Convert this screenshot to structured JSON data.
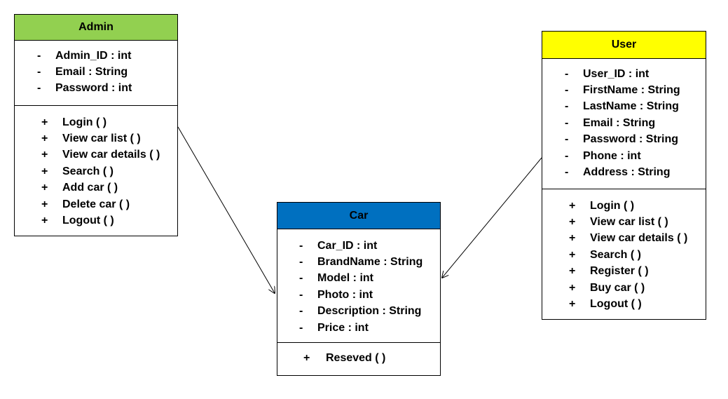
{
  "classes": {
    "admin": {
      "name": "Admin",
      "attributes": [
        {
          "sym": "-",
          "text": "Admin_ID : int"
        },
        {
          "sym": "-",
          "text": "Email : String"
        },
        {
          "sym": "-",
          "text": "Password : int"
        }
      ],
      "operations": [
        {
          "sym": "+",
          "text": "Login ( )"
        },
        {
          "sym": "+",
          "text": "View car list ( )"
        },
        {
          "sym": "+",
          "text": "View car details ( )"
        },
        {
          "sym": "+",
          "text": "Search ( )"
        },
        {
          "sym": "+",
          "text": "Add car ( )"
        },
        {
          "sym": "+",
          "text": "Delete car ( )"
        },
        {
          "sym": "+",
          "text": "Logout ( )"
        }
      ],
      "header_color": "#92d050"
    },
    "user": {
      "name": "User",
      "attributes": [
        {
          "sym": "-",
          "text": "User_ID : int"
        },
        {
          "sym": "-",
          "text": "FirstName : String"
        },
        {
          "sym": "-",
          "text": "LastName : String"
        },
        {
          "sym": "-",
          "text": "Email : String"
        },
        {
          "sym": "-",
          "text": "Password : String"
        },
        {
          "sym": "-",
          "text": "Phone : int"
        },
        {
          "sym": "-",
          "text": "Address : String"
        }
      ],
      "operations": [
        {
          "sym": "+",
          "text": "Login ( )"
        },
        {
          "sym": "+",
          "text": "View car list ( )"
        },
        {
          "sym": "+",
          "text": "View car details ( )"
        },
        {
          "sym": "+",
          "text": "Search ( )"
        },
        {
          "sym": "+",
          "text": "Register ( )"
        },
        {
          "sym": "+",
          "text": "Buy car ( )"
        },
        {
          "sym": "+",
          "text": "Logout ( )"
        }
      ],
      "header_color": "#ffff00"
    },
    "car": {
      "name": "Car",
      "attributes": [
        {
          "sym": "-",
          "text": "Car_ID : int"
        },
        {
          "sym": "-",
          "text": "BrandName : String"
        },
        {
          "sym": "-",
          "text": "Model : int"
        },
        {
          "sym": "-",
          "text": "Photo : int"
        },
        {
          "sym": "-",
          "text": "Description : String"
        },
        {
          "sym": "-",
          "text": "Price : int"
        }
      ],
      "operations": [
        {
          "sym": "+",
          "text": "Reseved ( )"
        }
      ],
      "header_color": "#0070c0"
    }
  },
  "connectors": [
    {
      "from": "Admin",
      "to": "Car",
      "type": "arrow"
    },
    {
      "from": "User",
      "to": "Car",
      "type": "arrow"
    }
  ]
}
